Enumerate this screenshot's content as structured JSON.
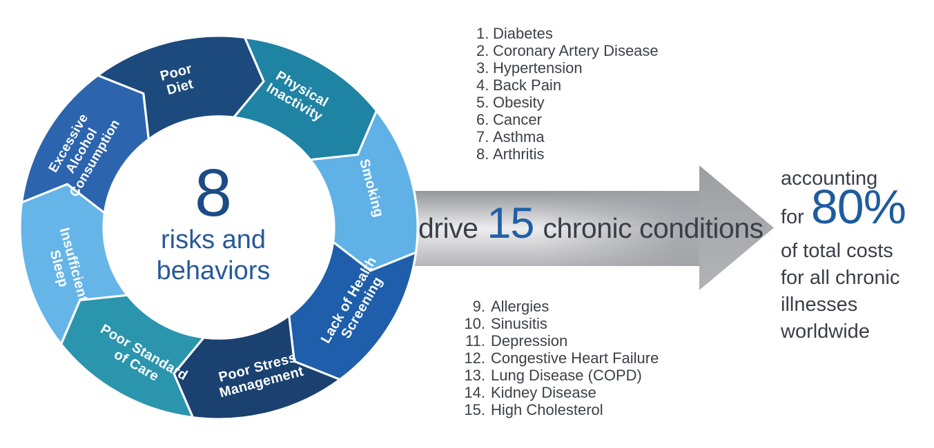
{
  "wheel": {
    "center_number": "8",
    "center_caption": [
      "risks and",
      "behaviors"
    ],
    "number_color": "#1c4b86",
    "caption_color": "#27599a",
    "segments": [
      {
        "label": "Poor Diet",
        "lines": [
          "Poor",
          "Diet"
        ],
        "color": "#1d4a7c",
        "angle": -15,
        "font": 20
      },
      {
        "label": "Physical Inactivity",
        "lines": [
          "Physical",
          "Inactivity"
        ],
        "color": "#1f83a4",
        "angle": 30,
        "font": 20
      },
      {
        "label": "Smoking",
        "lines": [
          "Smoking"
        ],
        "color": "#5fb1e6",
        "angle": 75,
        "font": 20
      },
      {
        "label": "Lack of Health Screening",
        "lines": [
          "Lack of Health",
          "Screening"
        ],
        "color": "#1e5eab",
        "angle": 120,
        "font": 20
      },
      {
        "label": "Poor Stress Management",
        "lines": [
          "Poor Stress",
          "Management"
        ],
        "color": "#1a4170",
        "angle": 165,
        "font": 20
      },
      {
        "label": "Poor Standard of Care",
        "lines": [
          "Poor Standard",
          "of Care"
        ],
        "color": "#2b95ad",
        "angle": 210,
        "font": 20
      },
      {
        "label": "Insufficient Sleep",
        "lines": [
          "Insufficient",
          "Sleep"
        ],
        "color": "#66b5e8",
        "angle": 255,
        "font": 20
      },
      {
        "label": "Excessive Alcohol Consumption",
        "lines": [
          "Excessive",
          "Alcohol",
          "Consumption"
        ],
        "color": "#2c64ae",
        "angle": 300,
        "font": 19
      }
    ]
  },
  "arrow": {
    "word_before": "drive",
    "number": "15",
    "words_after": "chronic conditions",
    "number_color": "#1f5fa7"
  },
  "conditions": {
    "top": [
      {
        "num": "1.",
        "name": "Diabetes"
      },
      {
        "num": "2.",
        "name": "Coronary Artery Disease"
      },
      {
        "num": "3.",
        "name": "Hypertension"
      },
      {
        "num": "4.",
        "name": "Back Pain"
      },
      {
        "num": "5.",
        "name": "Obesity"
      },
      {
        "num": "6.",
        "name": "Cancer"
      },
      {
        "num": "7.",
        "name": "Asthma"
      },
      {
        "num": "8.",
        "name": "Arthritis"
      }
    ],
    "bottom": [
      {
        "num": "9.",
        "name": "Allergies"
      },
      {
        "num": "10.",
        "name": "Sinusitis"
      },
      {
        "num": "11.",
        "name": "Depression"
      },
      {
        "num": "12.",
        "name": "Congestive Heart Failure"
      },
      {
        "num": "13.",
        "name": "Lung Disease (COPD)"
      },
      {
        "num": "14.",
        "name": "Kidney Disease"
      },
      {
        "num": "15.",
        "name": "High Cholesterol"
      }
    ]
  },
  "outcome": {
    "line_accounting": "accounting",
    "word_for": "for",
    "percent": "80%",
    "percent_color": "#1f5c9e",
    "lines": [
      "of total costs",
      "for all chronic",
      "illnesses",
      "worldwide"
    ]
  }
}
